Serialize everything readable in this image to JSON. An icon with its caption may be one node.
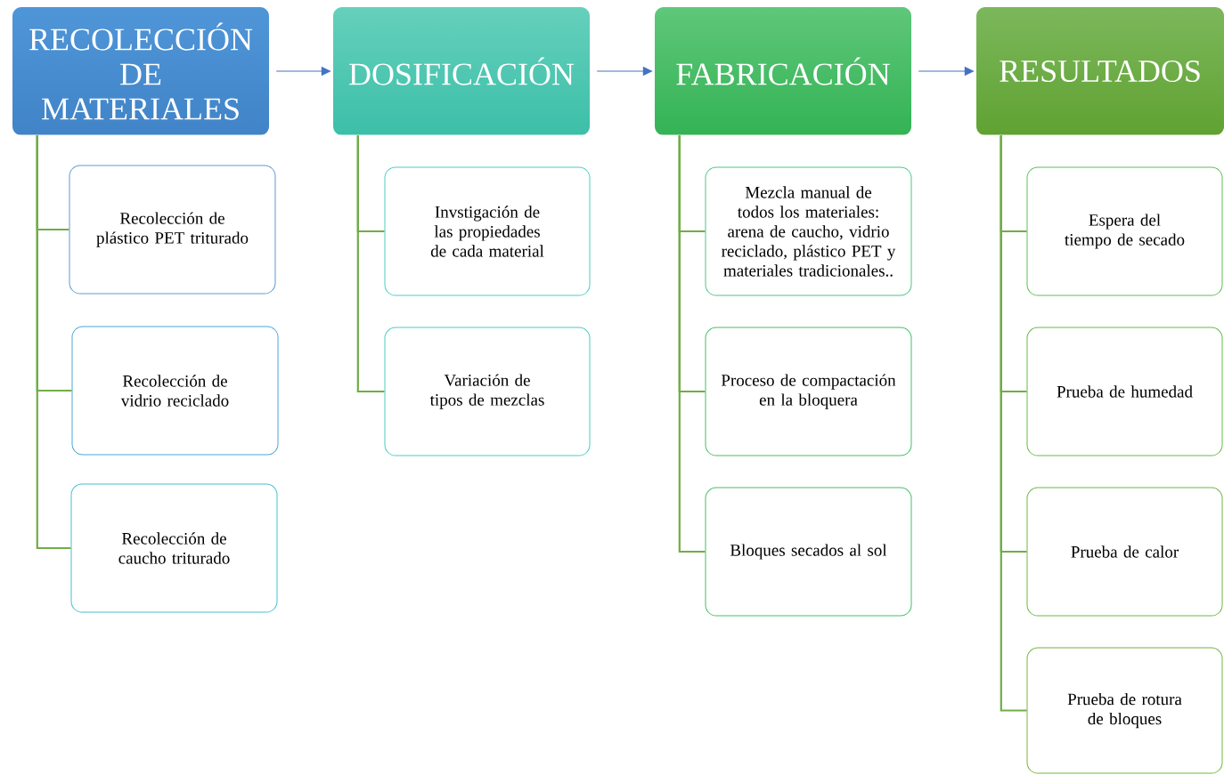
{
  "diagram": {
    "nodes": [
      {
        "text": [
          "RECOLECCIÓN DE MATERIALES"
        ]
      },
      {
        "text": [
          "Recolección de plástico PET triturado"
        ]
      },
      {
        "text": [
          "Recolección de vidrio reciclado"
        ]
      },
      {
        "text": [
          "Recolección de caucho triturado"
        ]
      },
      {
        "text": [
          "DOSIFICACIÓN"
        ]
      },
      {
        "text": [
          "Invstigación de las propiedades de cada material"
        ]
      },
      {
        "text": [
          "Variación de tipos de mezclas"
        ]
      },
      {
        "text": [
          "FABRICACIÓN"
        ]
      },
      {
        "text": [
          "Mezcla manual de todos los materiales: arena de caucho, vidrio reciclado, plástico PET y materiales tradicionales.."
        ]
      },
      {
        "text": [
          "Proceso de compactación en la bloquera"
        ]
      },
      {
        "text": [
          "Bloques secados al sol"
        ]
      },
      {
        "text": [
          "RESULTADOS"
        ]
      },
      {
        "text": [
          "Espera del tiempo de secado"
        ]
      },
      {
        "text": [
          "Prueba de humedad"
        ]
      },
      {
        "text": [
          "Prueba de calor"
        ]
      },
      {
        "text": [
          "Prueba de rotura de bloques"
        ]
      }
    ],
    "edges": [
      {
        "from": 0,
        "to": 4,
        "arrow": "to",
        "color": "#4472c4"
      },
      {
        "from": 4,
        "to": 7,
        "arrow": "to",
        "color": "#4472c4"
      },
      {
        "from": 7,
        "to": 11,
        "arrow": "to",
        "color": "#4472c4"
      },
      {
        "from": 0,
        "to": 1,
        "arrow": "none"
      },
      {
        "from": 0,
        "to": 2,
        "arrow": "none"
      },
      {
        "from": 0,
        "to": 3,
        "arrow": "none"
      },
      {
        "from": 4,
        "to": 5,
        "arrow": "none"
      },
      {
        "from": 4,
        "to": 6,
        "arrow": "none"
      },
      {
        "from": 7,
        "to": 8,
        "arrow": "none"
      },
      {
        "from": 7,
        "to": 9,
        "arrow": "none"
      },
      {
        "from": 7,
        "to": 10,
        "arrow": "none"
      },
      {
        "from": 11,
        "to": 12,
        "arrow": "none"
      },
      {
        "from": 11,
        "to": 13,
        "arrow": "none"
      },
      {
        "from": 11,
        "to": 14,
        "arrow": "none"
      },
      {
        "from": 11,
        "to": 15,
        "arrow": "none"
      }
    ]
  }
}
